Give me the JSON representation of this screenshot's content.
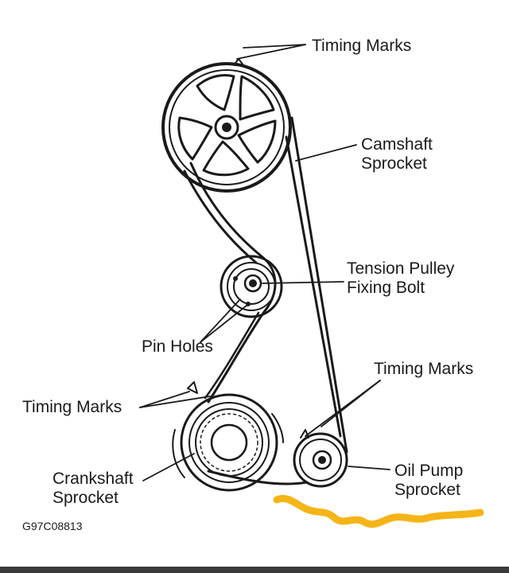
{
  "labels": {
    "timing_marks_top": "Timing Marks",
    "camshaft_line1": "Camshaft",
    "camshaft_line2": "Sprocket",
    "tension_line1": "Tension Pulley",
    "tension_line2": "Fixing Bolt",
    "pin_holes": "Pin Holes",
    "timing_marks_right": "Timing Marks",
    "timing_marks_left": "Timing Marks",
    "crankshaft_line1": "Crankshaft",
    "crankshaft_line2": "Sprocket",
    "oil_pump_line1": "Oil Pump",
    "oil_pump_line2": "Sprocket",
    "figure_code": "G97C08813"
  },
  "colors": {
    "ink": "#1a1a1a",
    "highlight": "#f5b518",
    "background": "#ffffff"
  }
}
